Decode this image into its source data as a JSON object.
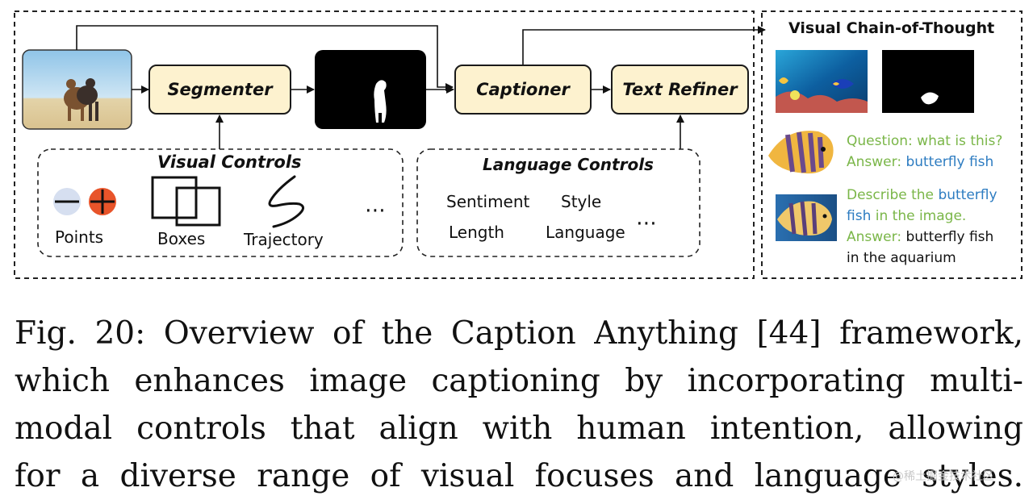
{
  "diagram": {
    "nodes": {
      "segmenter": "Segmenter",
      "captioner": "Captioner",
      "text_refiner": "Text Refiner"
    },
    "visual_controls": {
      "title": "Visual Controls",
      "points": "Points",
      "boxes": "Boxes",
      "trajectory": "Trajectory",
      "more": "⋯"
    },
    "language_controls": {
      "title": "Language Controls",
      "sentiment": "Sentiment",
      "style": "Style",
      "length": "Length",
      "language": "Language",
      "more": "⋯"
    },
    "visual_cot": {
      "title": "Visual Chain-of-Thought",
      "qa1": {
        "question": "Question: what is this?",
        "answer_label": "Answer:",
        "answer": "butterfly fish"
      },
      "qa2": {
        "describe_prefix": "Describe the",
        "describe_subject_1": "butterfly",
        "describe_subject_2": "fish",
        "describe_suffix": "in the image.",
        "answer_label": "Answer:",
        "answer_line1": "butterfly fish",
        "answer_line2": "in the aquarium"
      }
    },
    "colors": {
      "node_fill": "#fdf2cf",
      "question_green": "#7ab648",
      "answer_blue": "#2d7cc1",
      "minus_point": "#d6dff0",
      "plus_point": "#e8542a"
    },
    "icons": [
      "minus-point-icon",
      "plus-point-icon",
      "boxes-icon",
      "trajectory-icon"
    ]
  },
  "caption": {
    "line1": "Fig. 20: Overview of the Caption Anything [44] framework,",
    "line2": "which enhances image captioning by incorporating multi-",
    "line3": "modal controls that align with human intention, allowing",
    "line4": "for a diverse range of visual focuses and language styles."
  },
  "watermark": "@稀土掘金技术社区"
}
